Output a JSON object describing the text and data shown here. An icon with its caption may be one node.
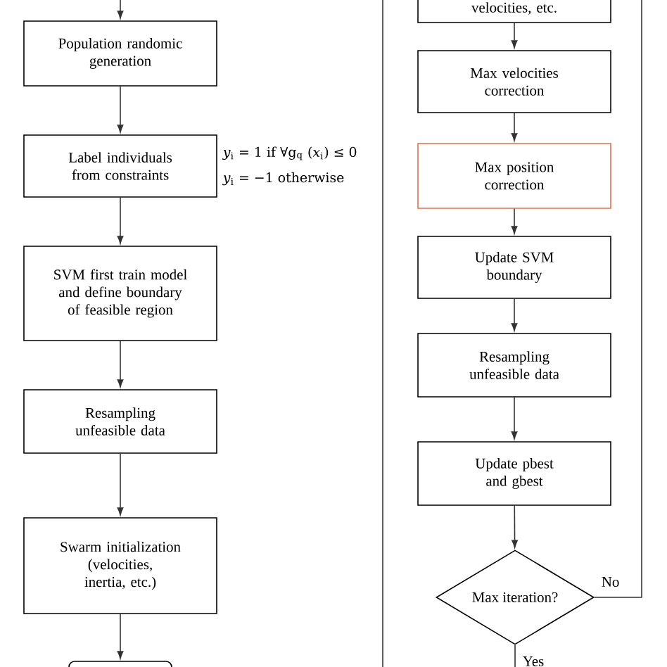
{
  "diagram": {
    "nodes": [
      {
        "text": [
          "Population randomic generation"
        ]
      },
      {
        "text": [
          "Label individuals from constraints"
        ],
        "beside": [
          "*y*$_{i}$ = 1 if ∀g$_{q}$ (*x*$_{i}$) ≤ 0",
          "*y*$_{i}$ = −1 otherwise"
        ]
      },
      {
        "text": [
          "SVM first train model and define boundary of feasible region"
        ]
      },
      {
        "text": [
          "Resampling unfeasible data"
        ]
      },
      {
        "text": [
          "Swarm initialization (velocities, inertia, etc.)"
        ]
      },
      {
        "text": [],
        "shape": "box"
      },
      {
        "text": [
          "velocities, etc."
        ]
      },
      {
        "text": [
          "Max velocities correction"
        ]
      },
      {
        "text": [
          "Max position correction"
        ]
      },
      {
        "text": [
          "Update SVM boundary"
        ]
      },
      {
        "text": [
          "Resampling unfeasible data"
        ]
      },
      {
        "text": [
          "Update pbest and gbest"
        ]
      },
      {
        "text": [
          "Max iteration?"
        ]
      }
    ],
    "edges": [
      {
        "from": null,
        "to": 0,
        "arrow": "to"
      },
      {
        "from": 0,
        "to": 1,
        "arrow": "to"
      },
      {
        "from": 1,
        "to": 2,
        "arrow": "to"
      },
      {
        "from": 2,
        "to": 3,
        "arrow": "to"
      },
      {
        "from": 3,
        "to": 4,
        "arrow": "to"
      },
      {
        "from": 4,
        "to": 5,
        "arrow": "to"
      },
      {
        "from": 6,
        "to": 7,
        "arrow": "to"
      },
      {
        "from": 7,
        "to": 8,
        "arrow": "to"
      },
      {
        "from": 8,
        "to": 9,
        "arrow": "to"
      },
      {
        "from": 9,
        "to": 10,
        "arrow": "to"
      },
      {
        "from": 10,
        "to": 11,
        "arrow": "to"
      },
      {
        "from": 11,
        "to": 12,
        "arrow": "to"
      },
      {
        "from": 12,
        "to": null,
        "arrow": "none",
        "label": "Yes"
      },
      {
        "from": 12,
        "to": null,
        "arrow": "none",
        "label": "No"
      }
    ]
  }
}
